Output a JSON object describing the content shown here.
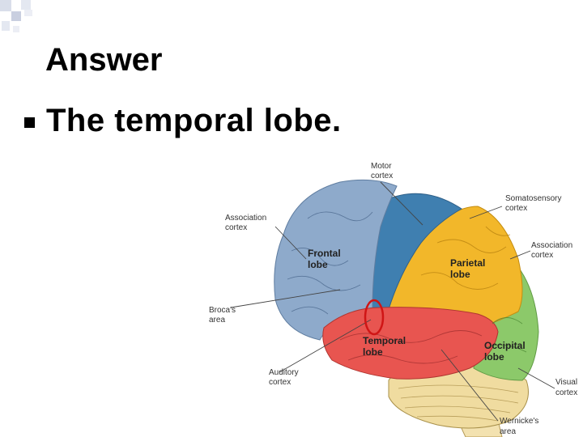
{
  "slide": {
    "title": "Answer",
    "bullet": "The temporal lobe."
  },
  "figure": {
    "labels": {
      "motor_cortex_l1": "Motor",
      "motor_cortex_l2": "cortex",
      "somatosensory_l1": "Somatosensory",
      "somatosensory_l2": "cortex",
      "association_left_l1": "Association",
      "association_left_l2": "cortex",
      "association_right_l1": "Association",
      "association_right_l2": "cortex",
      "frontal_l1": "Frontal",
      "frontal_l2": "lobe",
      "parietal_l1": "Parietal",
      "parietal_l2": "lobe",
      "brocas_l1": "Broca's",
      "brocas_l2": "area",
      "temporal_l1": "Temporal",
      "temporal_l2": "lobe",
      "occipital_l1": "Occipital",
      "occipital_l2": "lobe",
      "auditory_l1": "Auditory",
      "auditory_l2": "cortex",
      "visual_l1": "Visual",
      "visual_l2": "cortex",
      "wernickes_l1": "Wernicke's",
      "wernickes_l2": "area"
    },
    "colors": {
      "frontal": "#8eaacb",
      "motor": "#3f7fb0",
      "parietal": "#f2b72a",
      "occipital": "#8cc96a",
      "temporal": "#e85550",
      "cerebellum": "#f0dca0",
      "brainstem": "#f3e2b0",
      "highlight": "#d01515"
    }
  }
}
